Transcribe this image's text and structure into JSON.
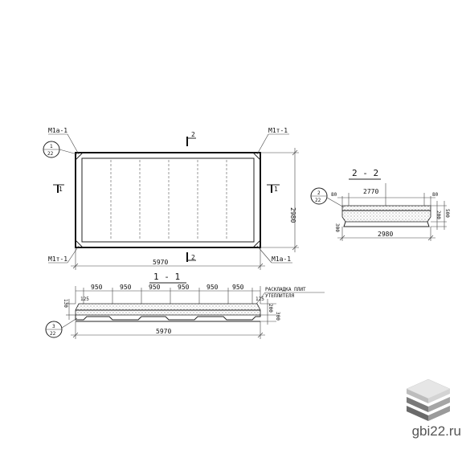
{
  "plan": {
    "mark_tl": "М1а-1",
    "mark_tr": "М1т-1",
    "mark_bl": "М1т-1",
    "mark_br": "М1а-1",
    "callout_num": "1",
    "callout_sheet": "22",
    "section_top": "2",
    "section_bottom": "2",
    "section_left": "1",
    "section_right": "1",
    "dim_length": "5970",
    "dim_width": "2980"
  },
  "section22": {
    "title": "2 - 2",
    "dim_inner": "2770",
    "dim_total": "2980",
    "dim_left": "80",
    "dim_right": "80",
    "dim_h1": "200",
    "dim_h2": "300",
    "dim_h3": "500",
    "callout_num": "2",
    "callout_sheet": "22"
  },
  "section11": {
    "title": "1 - 1",
    "spans": [
      "950",
      "950",
      "950",
      "950",
      "950",
      "950"
    ],
    "end_left": "125",
    "end_right": "125",
    "dim_total": "5970",
    "dim_left_h": "130",
    "dim_h1": "200",
    "dim_h2": "300",
    "note_1": "РАСКЛАДКА ПЛИТ",
    "note_2": "УТЕПЛИТЕЛЯ",
    "callout_num": "3",
    "callout_sheet": "22"
  },
  "brand": {
    "site": "gbi22.ru",
    "logo_icon": "stacked-slabs-icon",
    "colors": {
      "top": "#e2e2e2",
      "mid": "#9a9a9a",
      "dark": "#6f6f6f"
    }
  }
}
